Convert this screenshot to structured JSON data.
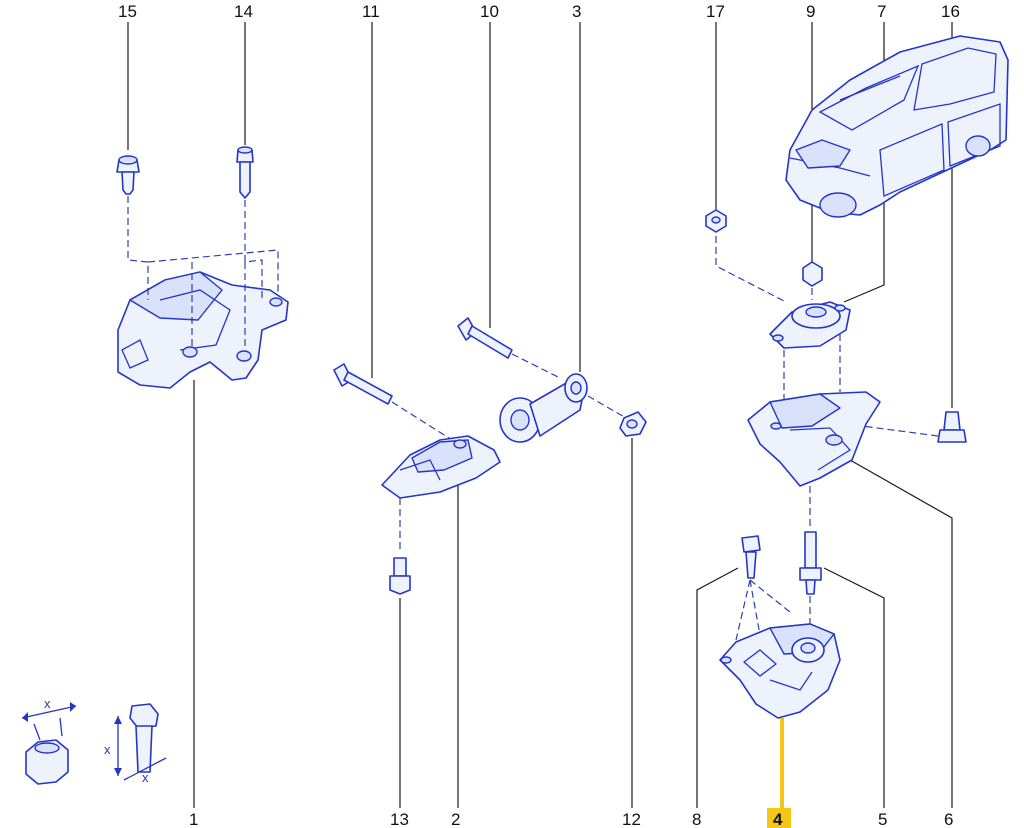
{
  "callouts": {
    "c1": "1",
    "c2": "2",
    "c3": "3",
    "c4": "4",
    "c5": "5",
    "c6": "6",
    "c7": "7",
    "c8": "8",
    "c9": "9",
    "c10": "10",
    "c11": "11",
    "c12": "12",
    "c13": "13",
    "c14": "14",
    "c15": "15",
    "c16": "16",
    "c17": "17"
  },
  "highlight_callout": "4",
  "legend": {
    "dim_label_1": "x",
    "dim_label_2": "x",
    "dim_label_3": "x"
  },
  "colors": {
    "line_art": "#2436c8",
    "highlight": "#f5c518",
    "leader": "#1a1a1a"
  }
}
